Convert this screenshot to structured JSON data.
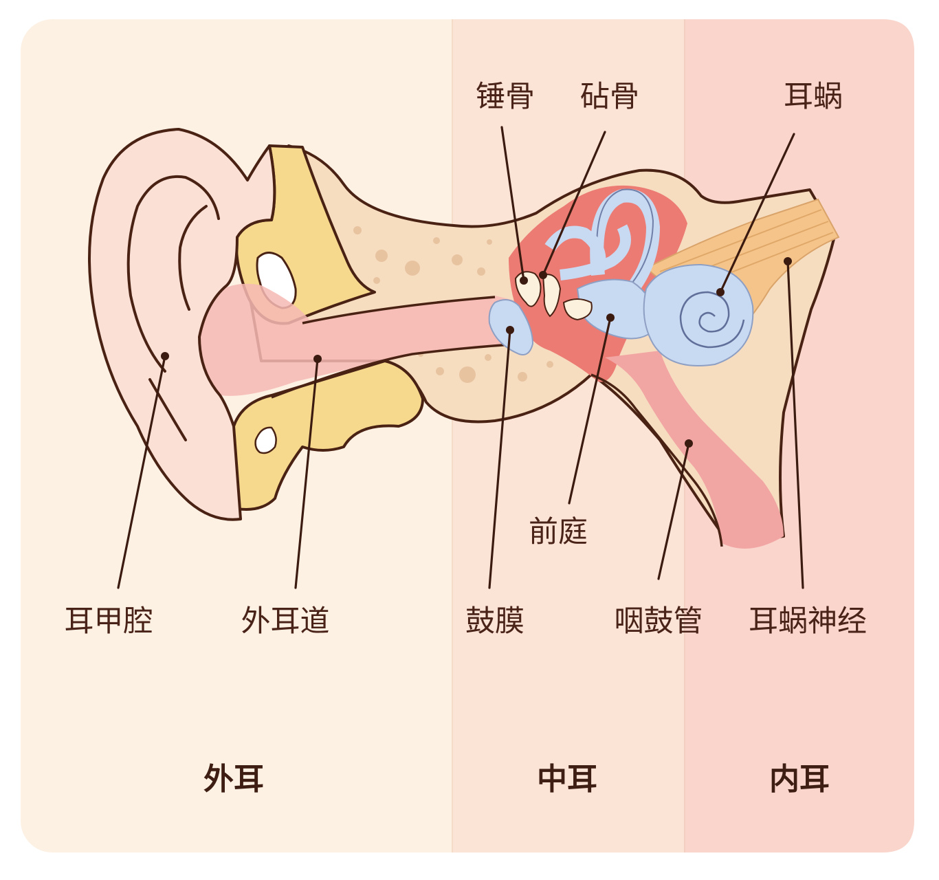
{
  "regions": {
    "outer": {
      "title": "外耳",
      "color": "#fdf1e4"
    },
    "middle": {
      "title": "中耳",
      "color": "#fbe3d6"
    },
    "inner": {
      "title": "内耳",
      "color": "#f9d5cc"
    }
  },
  "labels": {
    "concha": "耳甲腔",
    "ear_canal": "外耳道",
    "eardrum": "鼓膜",
    "malleus": "锤骨",
    "incus": "砧骨",
    "vestibule": "前庭",
    "eustachian_tube": "咽鼓管",
    "cochlea": "耳蜗",
    "cochlear_nerve": "耳蜗神经"
  },
  "colors": {
    "outline": "#4a2214",
    "label_text": "#4a2318",
    "title_text": "#3e1d12",
    "skin": "#fbe0d6",
    "cartilage": "#f7d98e",
    "bone": "#f6ddc0",
    "canal": "#f5b5b0",
    "cavity": "#ec7b74",
    "labyrinth": "#c8d9f2",
    "nerve": "#f5c48b"
  }
}
